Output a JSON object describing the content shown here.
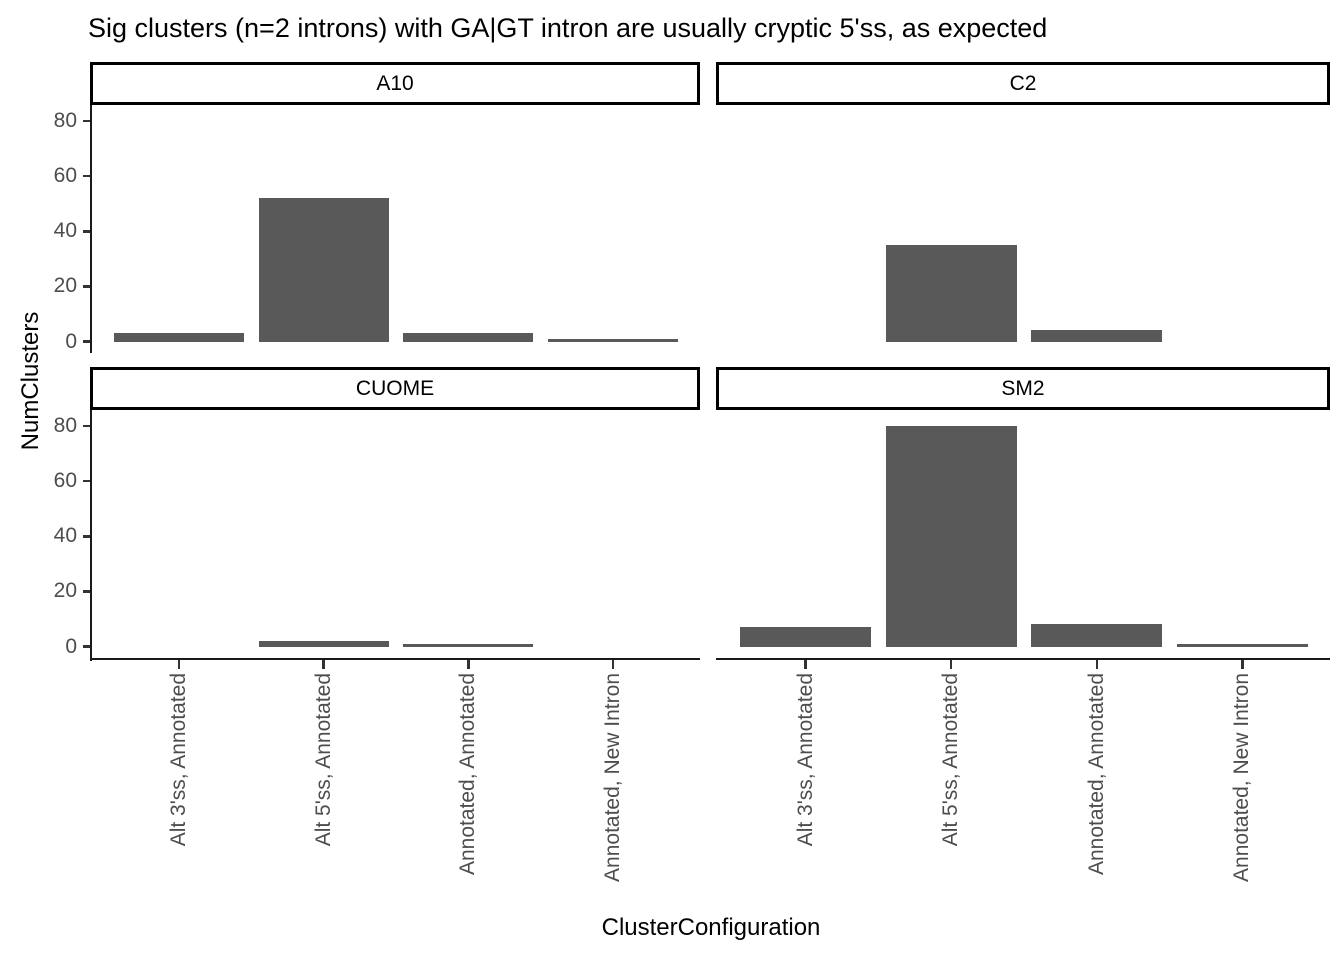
{
  "title": "Sig clusters (n=2 introns) with GA|GT intron are usually cryptic 5'ss, as expected",
  "chart_data": {
    "type": "bar",
    "title": "Sig clusters (n=2 introns) with GA|GT intron are usually cryptic 5'ss, as expected",
    "xlabel": "ClusterConfiguration",
    "ylabel": "NumClusters",
    "categories": [
      "Alt 3'ss, Annotated",
      "Alt 5'ss, Annotated",
      "Annotated, Annotated",
      "Annotated, New Intron"
    ],
    "y_ticks": [
      0,
      20,
      40,
      60,
      80
    ],
    "ylim": [
      0,
      86
    ],
    "grid": false,
    "legend": "none",
    "bar_color": "#595959",
    "facets": [
      {
        "label": "A10",
        "values": [
          3,
          52,
          3,
          1
        ]
      },
      {
        "label": "C2",
        "values": [
          0,
          35,
          4,
          0
        ]
      },
      {
        "label": "CUOME",
        "values": [
          0,
          2,
          1,
          0
        ]
      },
      {
        "label": "SM2",
        "values": [
          7,
          80,
          8,
          1
        ]
      }
    ]
  }
}
